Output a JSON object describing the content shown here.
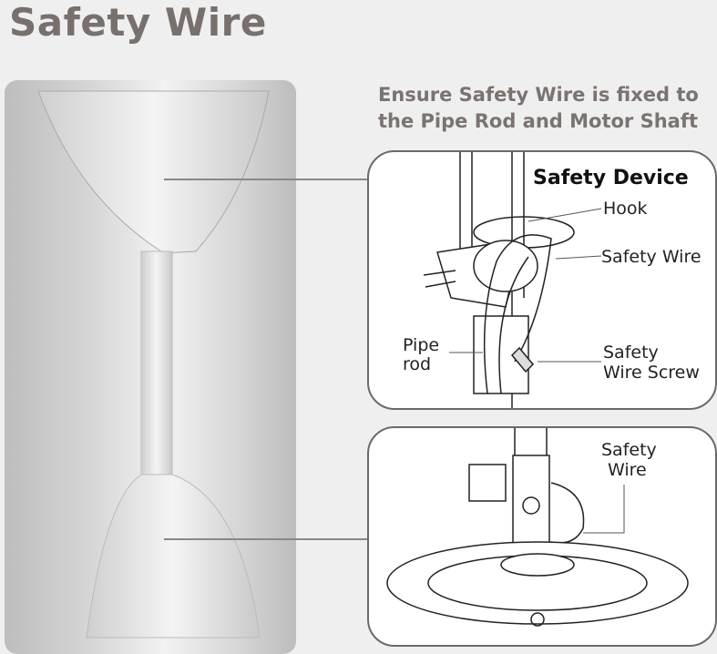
{
  "title": "Safety Wire",
  "subtitle_line1": "Ensure Safety Wire is fixed to",
  "subtitle_line2": "the Pipe Rod and Motor Shaft",
  "top_box": {
    "heading": "Safety Device",
    "labels": {
      "hook": "Hook",
      "safety_wire": "Safety Wire",
      "pipe_rod_1": "Pipe",
      "pipe_rod_2": "rod",
      "screw_1": "Safety",
      "screw_2": "Wire Screw"
    }
  },
  "bottom_box": {
    "label_1": "Safety",
    "label_2": "Wire"
  }
}
